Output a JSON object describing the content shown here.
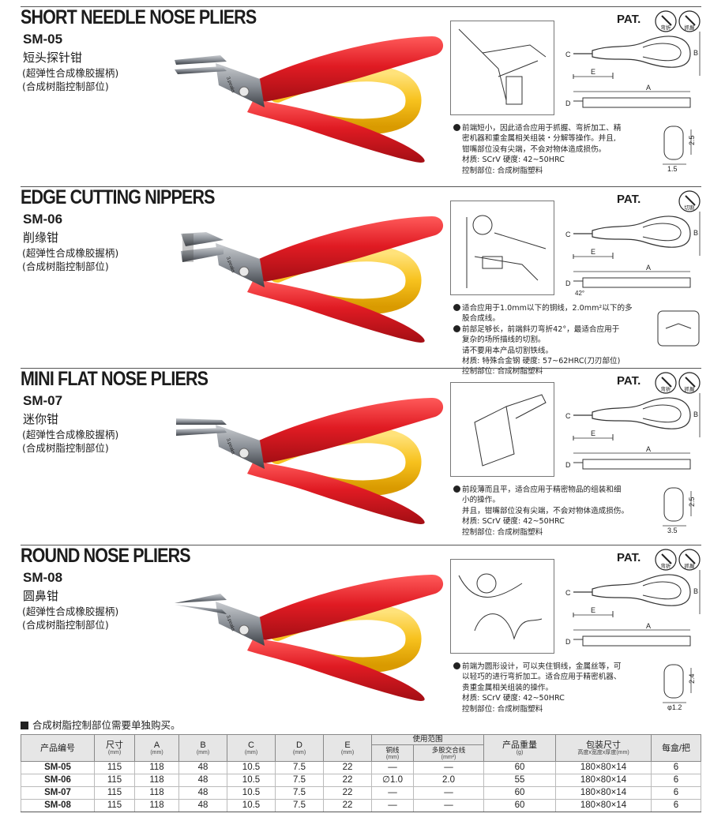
{
  "products": [
    {
      "title": "SHORT NEEDLE NOSE PLIERS",
      "model": "SM-05",
      "cn_name": "短头探针钳",
      "cn_lines": [
        "(超弹性合成橡胶握柄)",
        "(合成树脂控制部位)"
      ],
      "pat": "PAT.",
      "features": [
        "弯折",
        "抓握"
      ],
      "desc": [
        "前端短小，因此适合应用于抓握、弯折加工、精",
        "密机器和重金属相关组装・分解等操作。并且,",
        "钳嘴部位没有尖端，不会对物体造成损伤。",
        "材质: SCrV    硬度: 42~50HRC",
        "控制部位: 合成树脂塑料"
      ],
      "dims": {
        "c": "C",
        "e": "E",
        "a": "A",
        "b": "B",
        "d": "D"
      },
      "tip": {
        "w": "1.5",
        "h": "2.5"
      }
    },
    {
      "title": "EDGE CUTTING NIPPERS",
      "model": "SM-06",
      "cn_name": "削缘钳",
      "cn_lines": [
        "(超弹性合成橡胶握柄)",
        "(合成树脂控制部位)"
      ],
      "pat": "PAT.",
      "features": [
        "切割"
      ],
      "desc": [
        "适合应用于1.0mm以下的铜线，2.0mm²以下的多",
        "股合成线。",
        "前部足够长，前端斜刃弯折42°，最适合应用于",
        "复杂的场所描线的切割。",
        "请不要用本产品切割铁线。",
        "材质: 特殊合金钢    硬度: 57~62HRC(刀刃部位)",
        "控制部位: 合成树脂塑料"
      ],
      "dims": {
        "c": "C",
        "e": "E",
        "a": "A",
        "b": "B",
        "d": "D",
        "angle": "42°"
      }
    },
    {
      "title": "MINI FLAT NOSE PLIERS",
      "model": "SM-07",
      "cn_name": "迷你钳",
      "cn_lines": [
        "(超弹性合成橡胶握柄)",
        "(合成树脂控制部位)"
      ],
      "pat": "PAT.",
      "features": [
        "弯折",
        "抓握"
      ],
      "desc": [
        "前段薄而且平，适合应用于精密物品的组装和细",
        "小的操作。",
        "并且，钳嘴部位没有尖端，不会对物体造成损伤。",
        "材质: SCrV    硬度: 42~50HRC",
        "控制部位: 合成树脂塑料"
      ],
      "dims": {
        "c": "C",
        "e": "E",
        "a": "A",
        "b": "B",
        "d": "D"
      },
      "tip": {
        "w": "3.5",
        "h": "2.5"
      }
    },
    {
      "title": "ROUND NOSE PLIERS",
      "model": "SM-08",
      "cn_name": "圆鼻钳",
      "cn_lines": [
        "(超弹性合成橡胶握柄)",
        "(合成树脂控制部位)"
      ],
      "pat": "PAT.",
      "features": [
        "弯折",
        "抓握"
      ],
      "desc": [
        "前端为圆形设计，可以夹住铜线，金属丝等，可",
        "以轻巧的进行弯折加工。适合应用于精密机器、",
        "贵重金属相关组装的操作。",
        "材质: SCrV    硬度: 42~50HRC",
        "控制部位: 合成树脂塑料"
      ],
      "dims": {
        "c": "C",
        "e": "E",
        "a": "A",
        "b": "B",
        "d": "D"
      },
      "tip": {
        "w": "φ1.2",
        "h": "2.4"
      }
    }
  ],
  "note": "合成树脂控制部位需要单独购买。",
  "table": {
    "headers": {
      "model": "产品编号",
      "size": "尺寸",
      "a": "A",
      "b": "B",
      "c": "C",
      "d": "D",
      "e": "E",
      "range": "使用范围",
      "copper": "铜线",
      "stranded": "多股交合线",
      "weight": "产品重量",
      "package": "包装尺寸",
      "package_sub": "高度x宽度x厚度(mm)",
      "per_box": "每盒/把",
      "unit_mm": "(mm)",
      "unit_mm2": "(mm²)",
      "unit_g": "(g)"
    },
    "rows": [
      [
        "SM-05",
        "115",
        "118",
        "48",
        "10.5",
        "7.5",
        "22",
        "—",
        "—",
        "60",
        "180×80×14",
        "6"
      ],
      [
        "SM-06",
        "115",
        "118",
        "48",
        "10.5",
        "7.5",
        "22",
        "∅1.0",
        "2.0",
        "55",
        "180×80×14",
        "6"
      ],
      [
        "SM-07",
        "115",
        "118",
        "48",
        "10.5",
        "7.5",
        "22",
        "—",
        "—",
        "60",
        "180×80×14",
        "6"
      ],
      [
        "SM-08",
        "115",
        "118",
        "48",
        "10.5",
        "7.5",
        "22",
        "—",
        "—",
        "60",
        "180×80×14",
        "6"
      ]
    ]
  },
  "colors": {
    "handle_red": "#e01b23",
    "grip_yellow": "#f7c21e",
    "steel": "#5a5f66"
  },
  "icons": [
    "short-needle-nose-pliers-image",
    "edge-cutting-nippers-image",
    "mini-flat-nose-pliers-image",
    "round-nose-pliers-image"
  ]
}
